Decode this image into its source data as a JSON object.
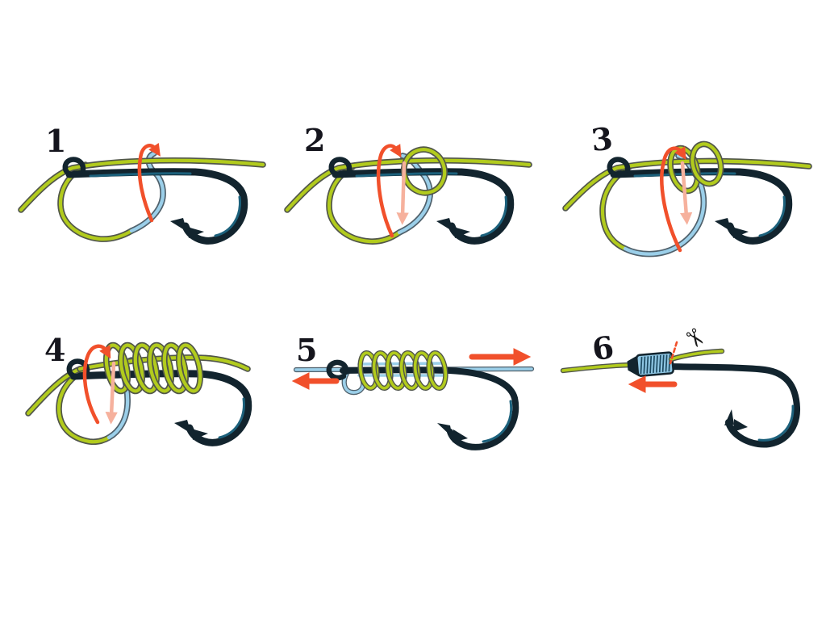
{
  "steps": [
    {
      "number": "1"
    },
    {
      "number": "2"
    },
    {
      "number": "3"
    },
    {
      "number": "4"
    },
    {
      "number": "5"
    },
    {
      "number": "6"
    }
  ],
  "icons": {
    "scissors": "✂"
  },
  "colors": {
    "background": "#ffffff",
    "line_green": "#b2cb1d",
    "line_green_outline": "#51564a",
    "line_blue": "#9bcfe9",
    "line_blue_outline": "#50616c",
    "hook_dark": "#12242e",
    "hook_teal": "#1c617c",
    "arrow_red": "#f1502b",
    "arrow_faded": "#f6b19d",
    "knot_fill": "#8ec6e3",
    "knot_stripe": "#1d4a61",
    "number_ink": "#15151d"
  }
}
